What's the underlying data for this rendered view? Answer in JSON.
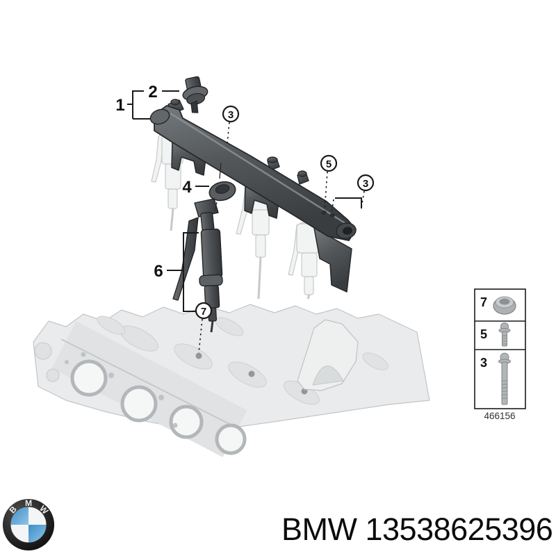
{
  "diagram": {
    "title": "fuel-injector-rail-exploded-view",
    "callouts_plain": [
      {
        "label": "1"
      },
      {
        "label": "2"
      },
      {
        "label": "4"
      },
      {
        "label": "6"
      }
    ],
    "callouts_circled": [
      {
        "label": "3"
      },
      {
        "label": "5"
      },
      {
        "label": "3"
      },
      {
        "label": "7"
      }
    ]
  },
  "legend": {
    "items": [
      {
        "label": "7",
        "part": "seal-ring"
      },
      {
        "label": "5",
        "part": "short-bolt"
      },
      {
        "label": "3",
        "part": "long-bolt"
      }
    ],
    "diagram_number": "466156"
  },
  "footer": {
    "logo_letters": [
      "B",
      "M",
      "W"
    ],
    "brand": "BMW",
    "part_number": "13538625396"
  },
  "colors": {
    "rail_gray": "#54585b",
    "ghost_gray": "#f2f3f3",
    "block_gray": "#e8eaeb",
    "bmw_blue": "#4d9bd3",
    "line_black": "#1a1a1a"
  }
}
